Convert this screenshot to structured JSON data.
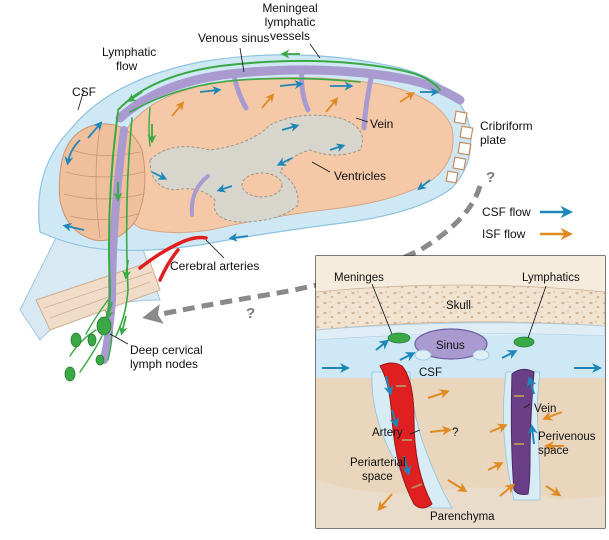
{
  "labels": {
    "meningeal_lymphatic_1": "Meningeal",
    "meningeal_lymphatic_2": "lymphatic",
    "meningeal_lymphatic_3": "vessels",
    "venous_sinus": "Venous sinus",
    "lymphatic_flow_1": "Lymphatic",
    "lymphatic_flow_2": "flow",
    "csf": "CSF",
    "vein": "Vein",
    "cribriform_1": "Cribriform",
    "cribriform_2": "plate",
    "ventricles": "Ventricles",
    "cerebral_arteries": "Cerebral arteries",
    "deep_cervical_1": "Deep cervical",
    "deep_cervical_2": "lymph nodes",
    "question": "?"
  },
  "legend": {
    "csf_flow": "CSF flow",
    "isf_flow": "ISF flow"
  },
  "inset": {
    "meninges": "Meninges",
    "lymphatics": "Lymphatics",
    "skull": "Skull",
    "sinus": "Sinus",
    "csf": "CSF",
    "vein": "Vein",
    "artery": "Artery",
    "perivenous_1": "Perivenous",
    "perivenous_2": "space",
    "periarterial_1": "Periarterial",
    "periarterial_2": "space",
    "parenchyma": "Parenchyma",
    "question": "?"
  },
  "colors": {
    "csf_arrow": "#1f86b8",
    "isf_arrow": "#e08a22",
    "lymphatic": "#3aa845",
    "vein": "#a99bd0",
    "artery": "#e02020",
    "brain": "#f5c9a8",
    "csf_fill": "#cfe8f5",
    "ventricle": "#d8d6cc",
    "vein_dark": "#6a3f88",
    "tissue": "#e9d6bd"
  }
}
